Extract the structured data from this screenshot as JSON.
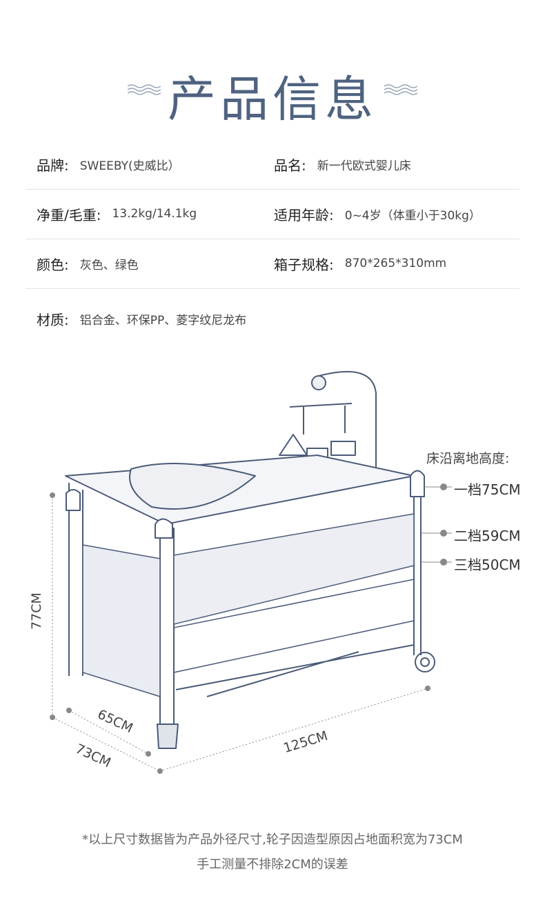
{
  "title": "产品信息",
  "specs": [
    {
      "label": "品牌:",
      "value": "SWEEBY(史威比）"
    },
    {
      "label": "品名:",
      "value": "新一代欧式婴儿床"
    },
    {
      "label": "净重/毛重:",
      "value": "13.2kg/14.1kg"
    },
    {
      "label": "适用年龄:",
      "value": "0~4岁（体重小于30kg）"
    },
    {
      "label": "颜色:",
      "value": "灰色、绿色"
    },
    {
      "label": "箱子规格:",
      "value": "870*265*310mm"
    },
    {
      "label": "材质:",
      "value": "铝合金、环保PP、菱字纹尼龙布"
    }
  ],
  "height_title": "床沿离地高度:",
  "levels": [
    "一档75CM",
    "二档59CM",
    "三档50CM"
  ],
  "dimensions": {
    "height": "77CM",
    "depth_inner": "65CM",
    "depth_outer": "73CM",
    "length": "125CM"
  },
  "notes": [
    "*以上尺寸数据皆为产品外径尺寸,轮子因造型原因占地面积宽为73CM",
    "手工测量不排除2CM的误差"
  ],
  "colors": {
    "accent": "#4f6380"
  }
}
